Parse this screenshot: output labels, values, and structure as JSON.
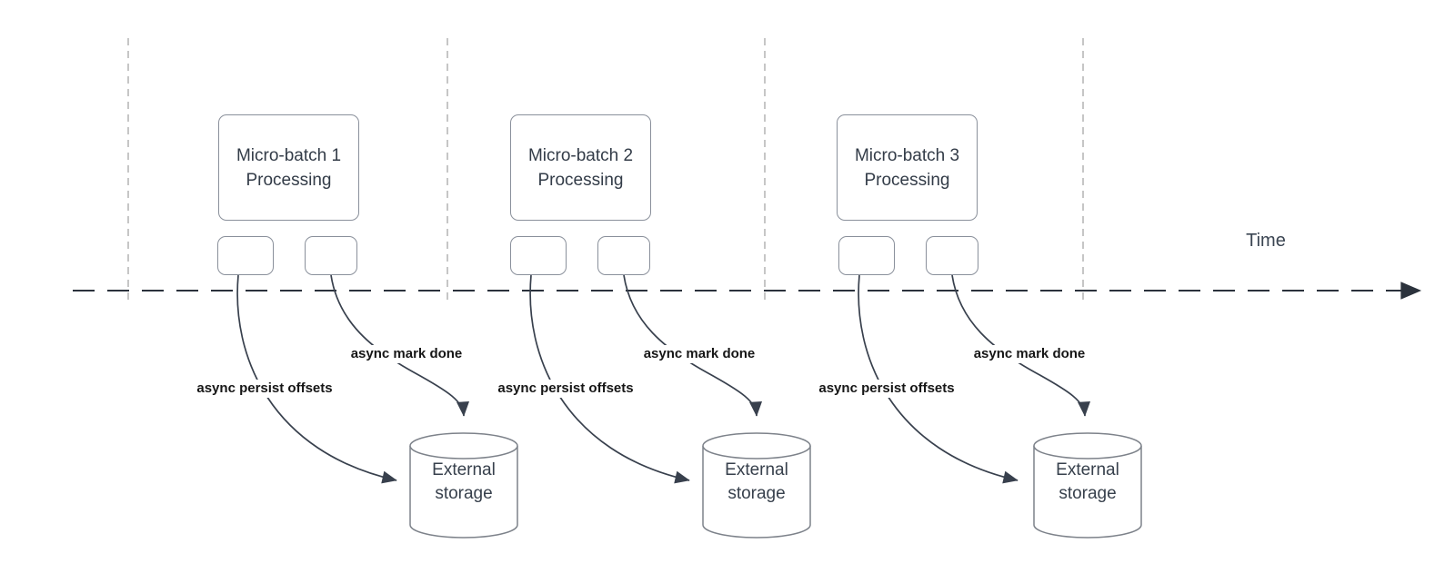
{
  "diagram": {
    "time_label": "Time",
    "groups": [
      {
        "title": "Micro-batch 1\nProcessing",
        "persist_label": "async persist offsets",
        "done_label": "async mark done",
        "storage_label": "External\nstorage"
      },
      {
        "title": "Micro-batch 2\nProcessing",
        "persist_label": "async persist offsets",
        "done_label": "async mark done",
        "storage_label": "External\nstorage"
      },
      {
        "title": "Micro-batch 3\nProcessing",
        "persist_label": "async persist offsets",
        "done_label": "async mark done",
        "storage_label": "External\nstorage"
      }
    ],
    "colors": {
      "arrow_line": "#38404d",
      "timeline": "#2b323c",
      "guide_line": "#b4b4b4",
      "box_border": "#8a909b",
      "cylinder_border": "#7d828a",
      "label_text": "#161616",
      "box_text": "#333c48"
    }
  }
}
